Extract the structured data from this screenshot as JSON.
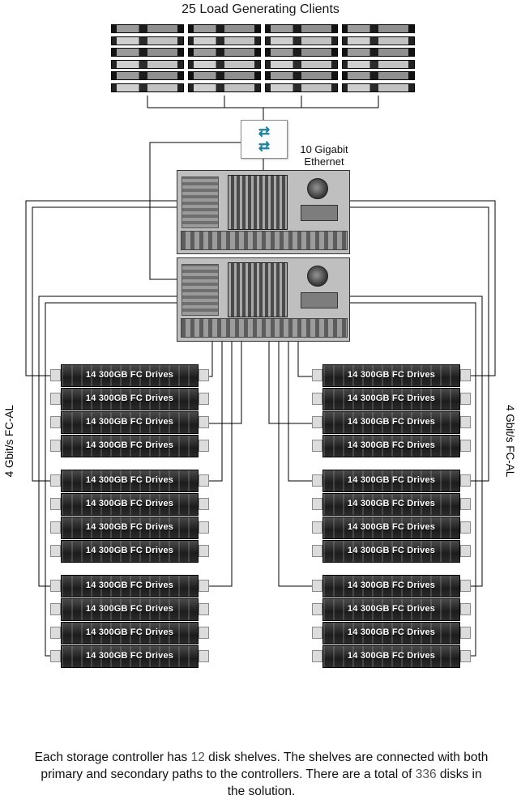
{
  "title": "25 Load Generating Clients",
  "clients": {
    "rows": 6,
    "columns": 4,
    "count_label": "25"
  },
  "switch": {
    "arrow_icon": "⇄",
    "label": "10 Gigabit Ethernet"
  },
  "controllers": {
    "count": 2
  },
  "fc": {
    "left_label": "4 Gbit/s FC-AL",
    "right_label": "4 Gbit/s FC-AL"
  },
  "shelves": {
    "label": "14 300GB FC Drives",
    "groups_per_side": 3,
    "shelves_per_group": 4,
    "sides": [
      "left",
      "right"
    ]
  },
  "caption": {
    "part1": "Each storage controller has ",
    "shelf_count": "12",
    "part2": " disk shelves. The shelves are connected with both primary and secondary paths to the controllers. There are a total of ",
    "disk_total": "336",
    "part3": " disks in the solution."
  }
}
